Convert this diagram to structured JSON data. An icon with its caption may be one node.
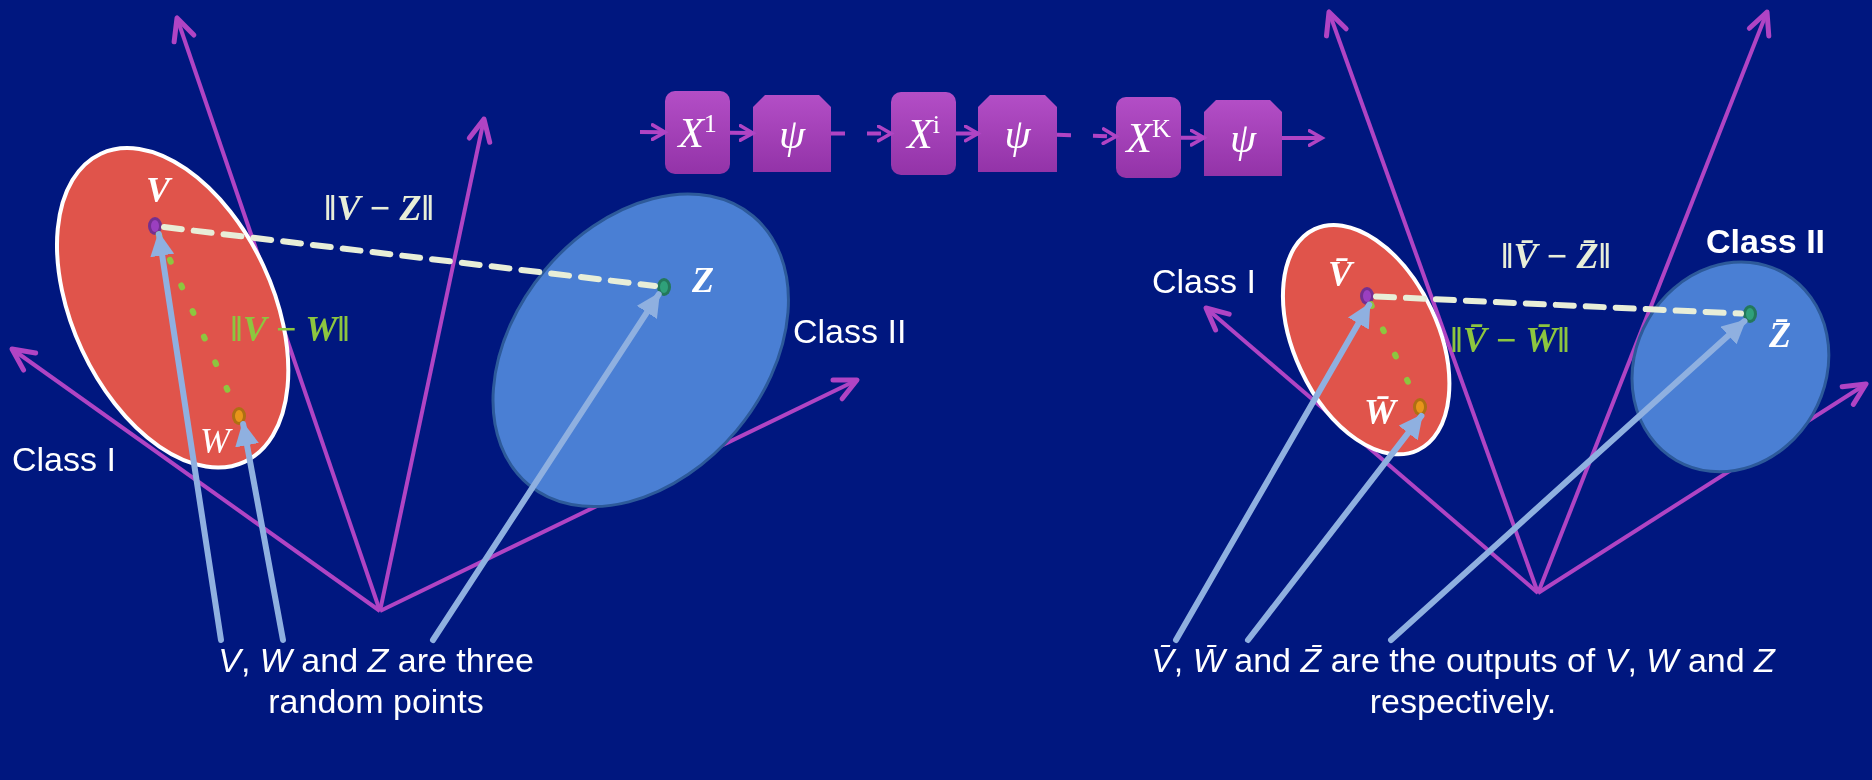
{
  "diagram": {
    "nodes": [
      {
        "text": [],
        "shape": "ellipse",
        "beside": [
          "Class I"
        ]
      },
      {
        "text": [
          "V"
        ],
        "in": 0
      },
      {
        "text": [
          "W"
        ],
        "in": 0
      },
      {
        "text": [],
        "shape": "ellipse",
        "beside": [
          "Class II"
        ]
      },
      {
        "text": [
          "Z"
        ],
        "in": 3
      },
      {
        "text": [
          "*X*$^{1}$"
        ]
      },
      {
        "text": [
          "ψ"
        ]
      },
      {
        "text": [
          "*X*$^{i}$"
        ]
      },
      {
        "text": [
          "ψ"
        ]
      },
      {
        "text": [
          "*X*$^{K}$"
        ]
      },
      {
        "text": [
          "ψ"
        ]
      },
      {
        "text": [],
        "shape": "ellipse",
        "beside": [
          "Class I"
        ]
      },
      {
        "text": [
          "V̄"
        ],
        "in": 11
      },
      {
        "text": [
          "W̄"
        ],
        "in": 11
      },
      {
        "text": [],
        "shape": "ellipse",
        "beside": [
          "Class II"
        ]
      },
      {
        "text": [
          "Z̄"
        ],
        "in": 14
      },
      {
        "text": [
          "*V*, *W* and *Z* are three random points"
        ]
      },
      {
        "text": [
          "*V̄*, *W̄* and *Z̄* are the outputs of *V*, *W* and *Z* respectively."
        ]
      }
    ],
    "edges": [
      {
        "from": 1,
        "to": 4,
        "arrow": "none",
        "label": "‖V − Z‖",
        "style": "dashed",
        "color": "#e8eed8"
      },
      {
        "from": 1,
        "to": 2,
        "arrow": "none",
        "label": "‖V − W‖",
        "style": "dashed",
        "color": "#8dc63f"
      },
      {
        "from": 16,
        "to": 1,
        "arrow": "to",
        "color": "#8fb0e0"
      },
      {
        "from": 16,
        "to": 2,
        "arrow": "to",
        "color": "#8fb0e0"
      },
      {
        "from": 16,
        "to": 4,
        "arrow": "to",
        "color": "#8fb0e0"
      },
      {
        "from": null,
        "to": 5,
        "arrow": "to"
      },
      {
        "from": 5,
        "to": 6,
        "arrow": "to"
      },
      {
        "from": 6,
        "to": 7,
        "arrow": "to",
        "style": "dashed"
      },
      {
        "from": 7,
        "to": 8,
        "arrow": "to"
      },
      {
        "from": 8,
        "to": 9,
        "arrow": "to",
        "style": "dashed"
      },
      {
        "from": 9,
        "to": 10,
        "arrow": "to"
      },
      {
        "from": 10,
        "to": null,
        "arrow": "to"
      },
      {
        "from": 12,
        "to": 15,
        "arrow": "none",
        "label": "‖V̄ − Z̄‖",
        "style": "dashed",
        "color": "#e8eed8"
      },
      {
        "from": 12,
        "to": 13,
        "arrow": "none",
        "label": "‖V̄ − W̄‖",
        "style": "dashed",
        "color": "#8dc63f"
      },
      {
        "from": 17,
        "to": 12,
        "arrow": "to",
        "color": "#8fb0e0"
      },
      {
        "from": 17,
        "to": 13,
        "arrow": "to",
        "color": "#8fb0e0"
      },
      {
        "from": 17,
        "to": 15,
        "arrow": "to",
        "color": "#8fb0e0"
      }
    ]
  }
}
